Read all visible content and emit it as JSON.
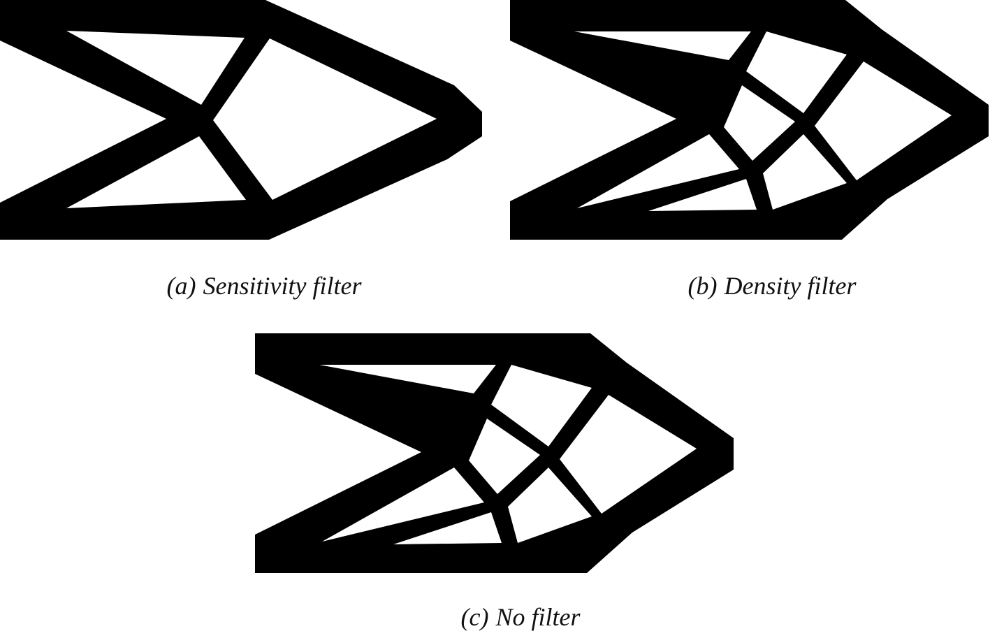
{
  "colors": {
    "material": "#000000",
    "void": "#ffffff"
  },
  "panels": [
    {
      "label": "(a)",
      "caption": "Sensitivity filter"
    },
    {
      "label": "(b)",
      "caption": "Density filter"
    },
    {
      "label": "(c)",
      "caption": "No filter"
    }
  ]
}
